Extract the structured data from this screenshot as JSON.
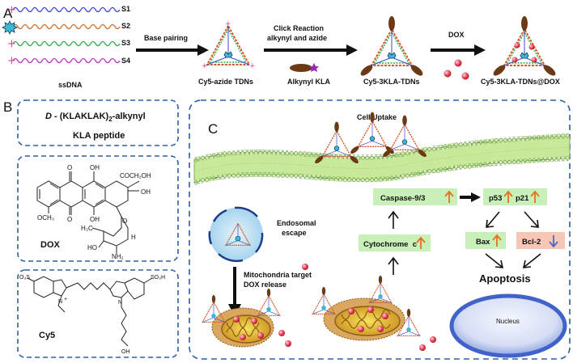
{
  "panel_labels": {
    "a": "A",
    "b": "B",
    "c": "C"
  },
  "panel_a": {
    "strands": [
      "S1",
      "S2",
      "S3",
      "S4"
    ],
    "ssdna_label": "ssDNA",
    "step1_label": "Base pairing",
    "tdn_label": "Cy5-azide TDNs",
    "step2_line1": "Click Reaction",
    "step2_line2": "alkynyl and azide",
    "alkynyl_label": "Alkynyl KLA",
    "kla_tdn_label": "Cy5-3KLA-TDNs",
    "step3_label": "DOX",
    "final_label": "Cy5-3KLA-TDNs@DOX"
  },
  "panel_b": {
    "kla_line1_prefix": "D",
    "kla_line1_rest": " - (KLAKLAK)",
    "kla_line1_sub": "2",
    "kla_line1_suffix": "-alkynyl",
    "kla_line2": "KLA peptide",
    "dox_label": "DOX",
    "cy5_label": "Cy5",
    "dox_groups": {
      "o1": "O",
      "oh1": "OH",
      "oh2": "OH",
      "o2": "O",
      "oh3": "OH",
      "cooh": "COCH₂OH",
      "methoxy": "OCH₃",
      "h3c": "H₃C",
      "o3": "O",
      "h": "H",
      "ho": "HO",
      "nh2": "NH₂"
    },
    "cy5_groups": {
      "so3_left": "O₃S",
      "so3_right": "SO₃H",
      "n1": "N",
      "plus": "+",
      "n2": "N",
      "oh": "OH"
    }
  },
  "panel_c": {
    "cell_uptake": "Cell Uptake",
    "endosomal_line1": "Endosomal",
    "endosomal_line2": "escape",
    "mito_line1": "Mitochondria target",
    "mito_line2": "DOX release",
    "caspase": "Caspase-9/3",
    "p53": "p53",
    "p21": "p21",
    "cytochrome": "Cytochrome  c",
    "bax": "Bax",
    "bcl2": "Bcl-2",
    "apoptosis": "Apoptosis",
    "nucleus": "Nucleus"
  },
  "colors": {
    "panel_border": "#2f5ea8",
    "box_green": "#c9f0b8",
    "box_pink": "#f8c6b4",
    "up_arrow": "#e8701f",
    "down_arrow": "#3c6fd0",
    "membrane": "#b9e07a",
    "nucleus": "#3f63c9",
    "dox": "#e8354a"
  }
}
